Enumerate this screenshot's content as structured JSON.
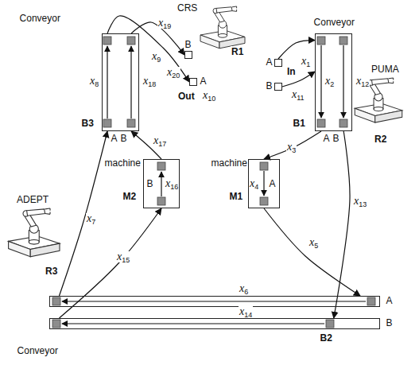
{
  "diagram": {
    "nodes": [
      {
        "text": [
          "A"
        ]
      },
      {
        "text": [
          "B"
        ]
      },
      {
        "text": [
          "A"
        ]
      },
      {
        "text": [
          "B"
        ]
      },
      {
        "text": [
          "Conveyor",
          "B1",
          "A",
          "B"
        ]
      },
      {
        "text": [
          "Conveyor",
          "B3",
          "A",
          "B"
        ]
      },
      {
        "text": [
          "machine",
          "M1",
          "A"
        ]
      },
      {
        "text": [
          "machine",
          "M2",
          "B"
        ]
      },
      {
        "text": [
          "A"
        ]
      },
      {
        "text": [
          "Conveyor",
          "B",
          "B2"
        ]
      }
    ],
    "edges": [
      {
        "from": 0,
        "to": 4,
        "label": "x1",
        "arrow": "to"
      },
      {
        "from": 1,
        "to": 4,
        "label": "x11",
        "arrow": "to"
      },
      {
        "from": 4,
        "to": 6,
        "label": "x3",
        "arrow": "to"
      },
      {
        "from": 6,
        "to": 8,
        "label": "x5",
        "arrow": "to"
      },
      {
        "from": 8,
        "to": 5,
        "label": "x7",
        "arrow": "to"
      },
      {
        "from": 4,
        "to": 9,
        "label": "x13",
        "arrow": "to"
      },
      {
        "from": 9,
        "to": 7,
        "label": "x15",
        "arrow": "to"
      },
      {
        "from": 7,
        "to": 5,
        "label": "x17",
        "arrow": "to"
      },
      {
        "from": 5,
        "to": 2,
        "label": "x9",
        "arrow": "to"
      },
      {
        "from": 5,
        "to": 3,
        "label": "x19",
        "arrow": "to"
      }
    ],
    "labels": [
      "CRS",
      "R1",
      "In",
      "Out",
      "PUMA",
      "R2",
      "ADEPT",
      "R3",
      "x2",
      "x12",
      "x8",
      "x18",
      "x4",
      "x16",
      "x6",
      "x14",
      "x10",
      "x20"
    ]
  }
}
